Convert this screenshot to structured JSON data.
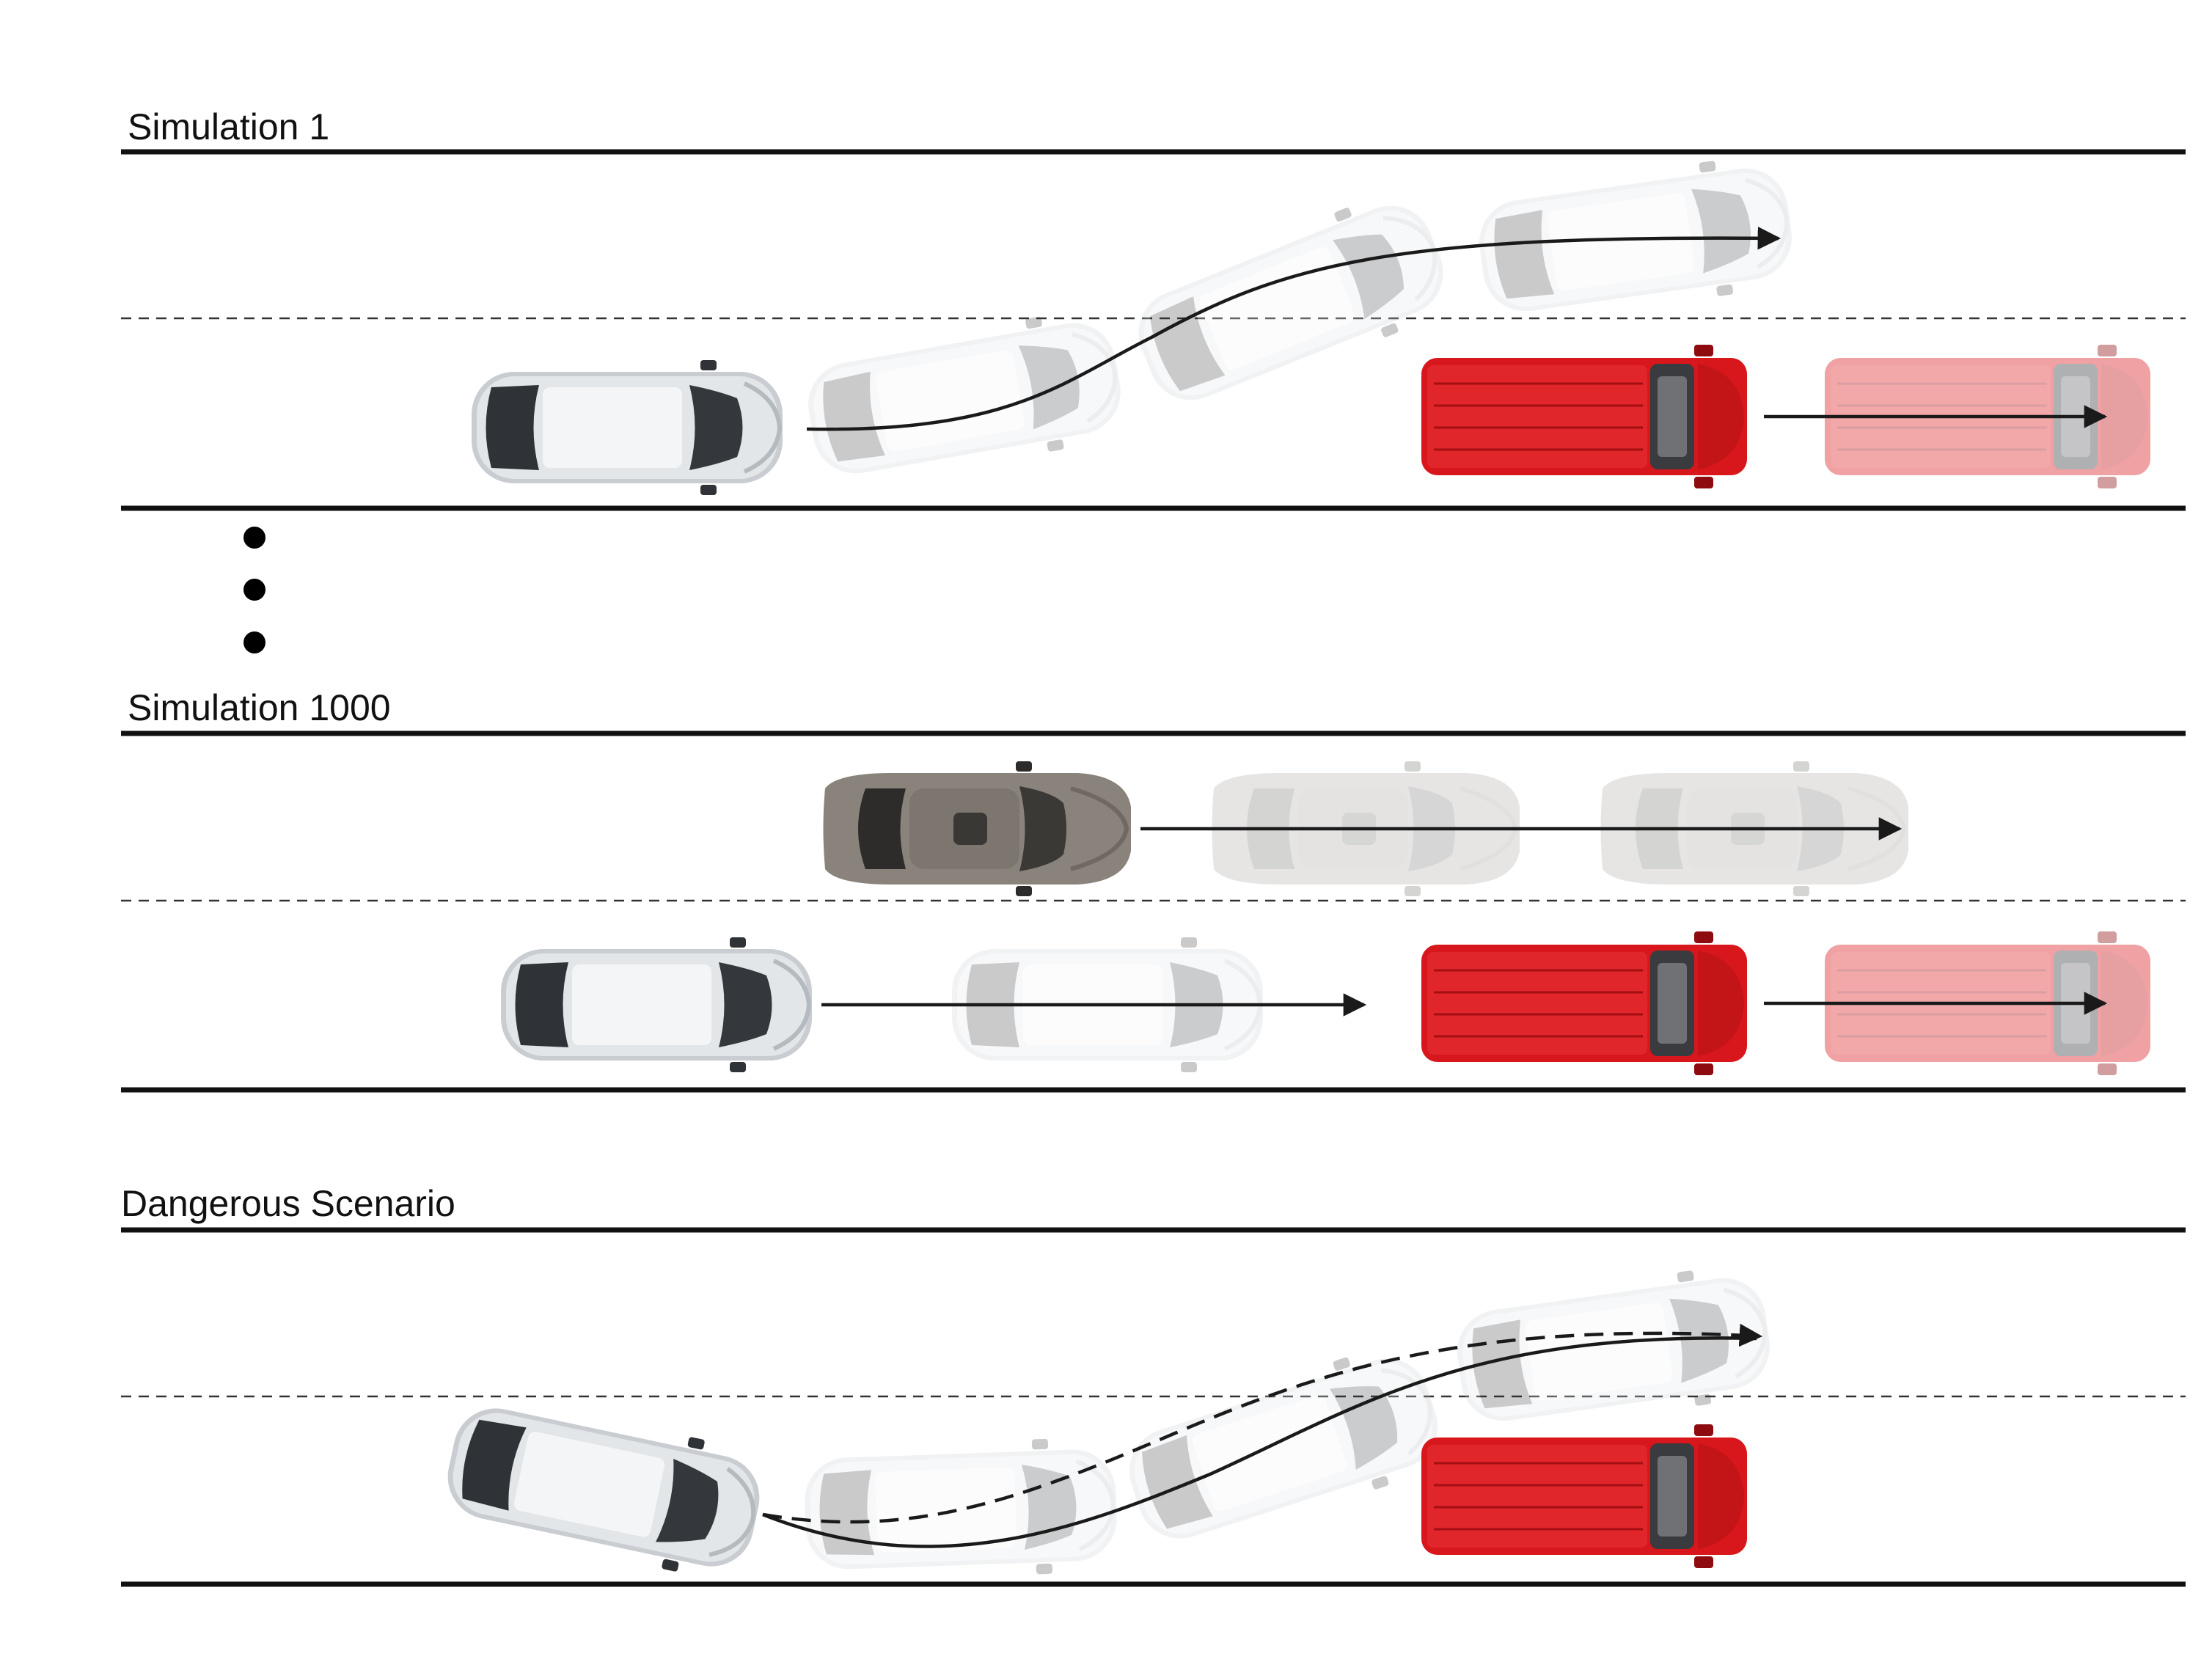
{
  "labels": {
    "sim1": "Simulation 1",
    "sim1000": "Simulation 1000",
    "danger": "Dangerous Scenario"
  },
  "colors": {
    "road_line": "#111111",
    "lane_divider": "#333333",
    "arrow": "#1a1a1a",
    "dot": "#000000",
    "silver_car": "#d9dcdf",
    "silver_car_dark": "#3a3d42",
    "grey_sedan": "#8a837b",
    "grey_sedan_dark": "#2e2c2a",
    "red_van": "#d8171c",
    "red_van_dark": "#8e0c10"
  },
  "icons": {
    "ego": "silver-hatchback-top-view",
    "sedan": "grey-sedan-top-view",
    "van": "red-van-top-view"
  }
}
